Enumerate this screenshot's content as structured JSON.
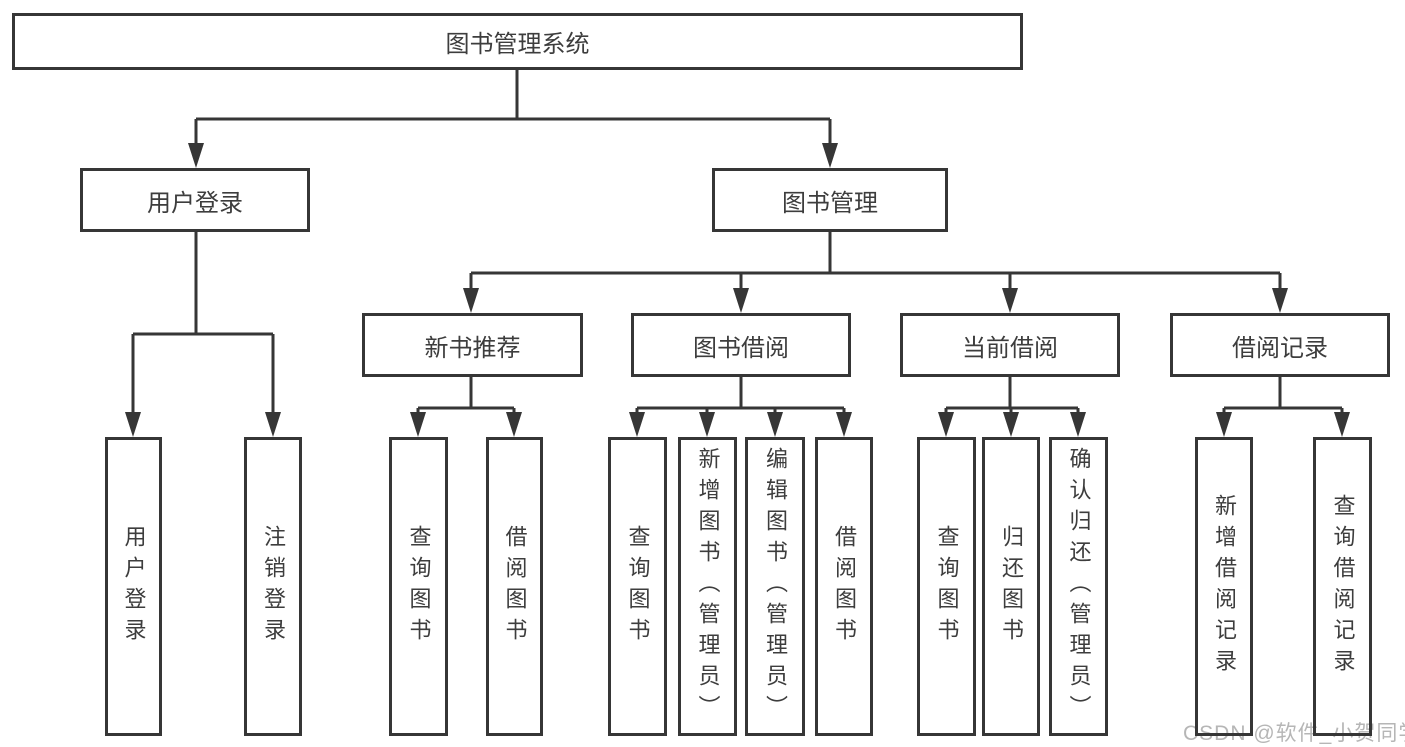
{
  "tree": {
    "root": {
      "label": "图书管理系统"
    },
    "user_login": {
      "label": "用户登录",
      "children": [
        "用户登录",
        "注销登录"
      ]
    },
    "book_mgmt": {
      "label": "图书管理",
      "children": [
        {
          "label": "新书推荐",
          "children": [
            "查询图书",
            "借阅图书"
          ]
        },
        {
          "label": "图书借阅",
          "children": [
            "查询图书",
            "新增图书（管理员）",
            "编辑图书（管理员）",
            "借阅图书"
          ]
        },
        {
          "label": "当前借阅",
          "children": [
            "查询图书",
            "归还图书",
            "确认归还（管理员）"
          ]
        },
        {
          "label": "借阅记录",
          "children": [
            "新增借阅记录",
            "查询借阅记录"
          ]
        }
      ]
    }
  },
  "watermark": "CSDN @软件_小贺同学",
  "colors": {
    "line": "#363636",
    "text": "#3d3d3d",
    "box_background": "#ffffff",
    "page_background": "#ffffff",
    "watermark": "#b6b6b6"
  }
}
